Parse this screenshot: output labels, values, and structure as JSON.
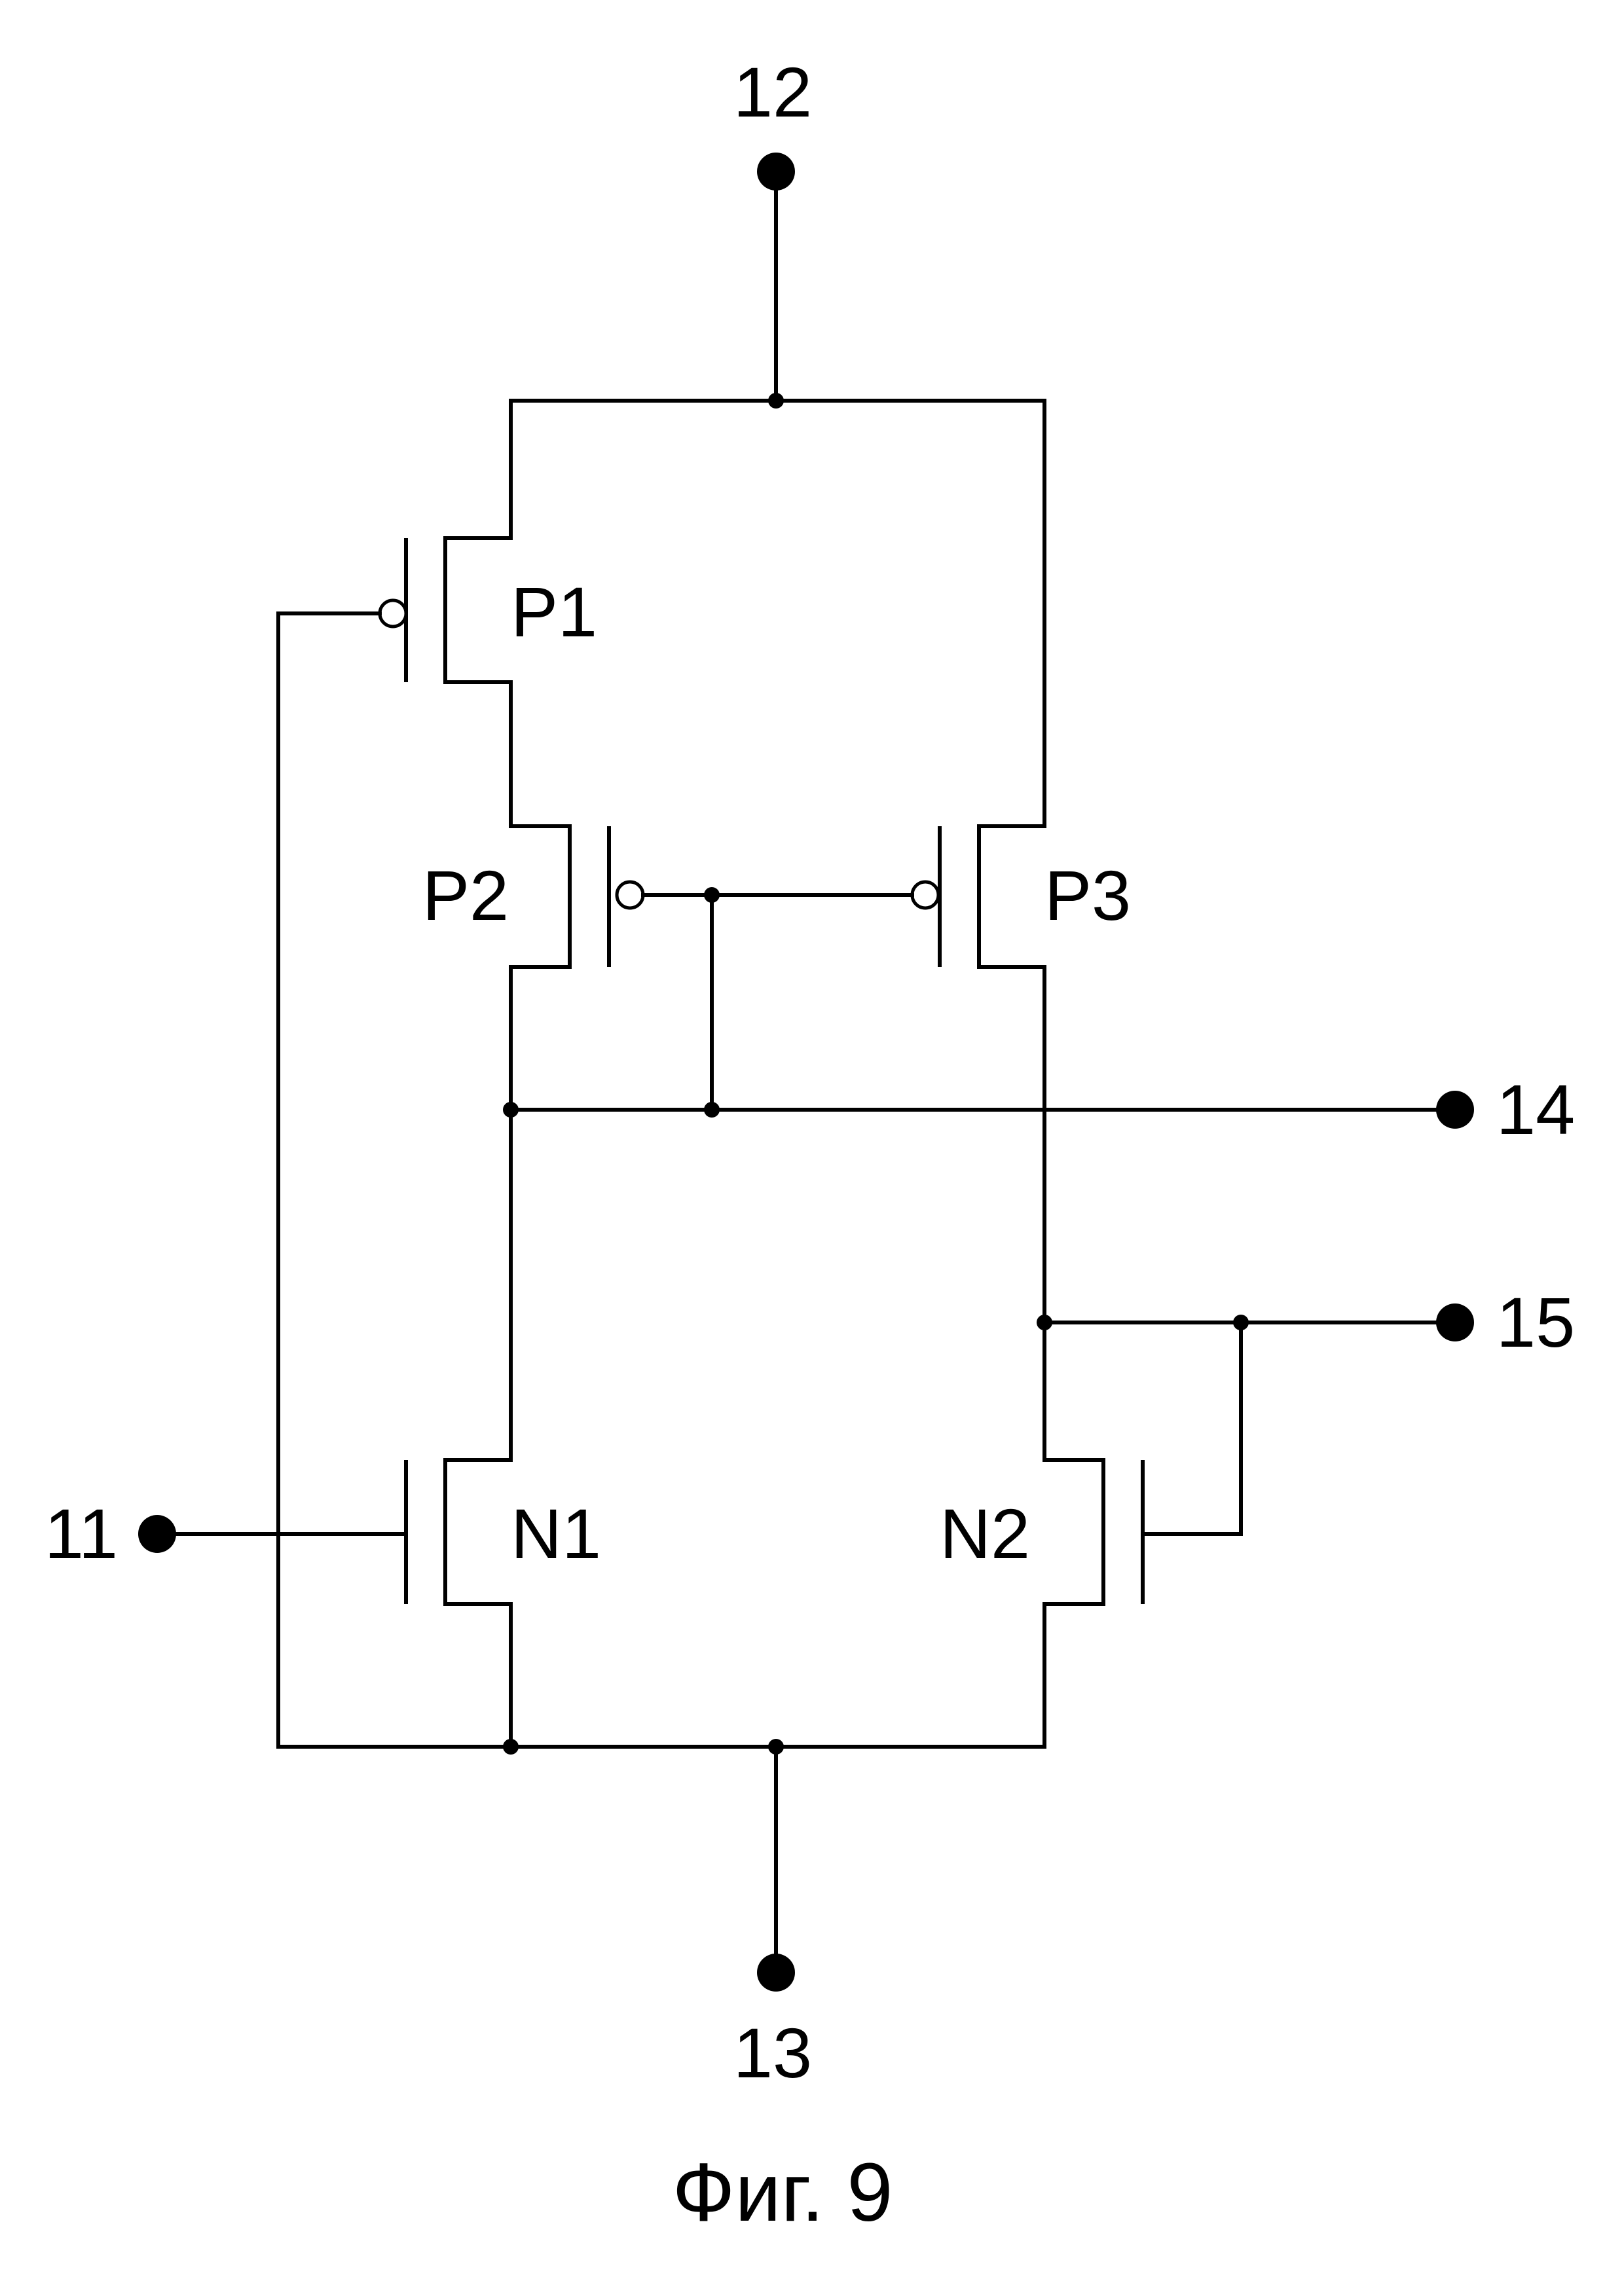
{
  "terminals": {
    "t11": "11",
    "t12": "12",
    "t13": "13",
    "t14": "14",
    "t15": "15"
  },
  "devices": {
    "p1": "P1",
    "p2": "P2",
    "p3": "P3",
    "n1": "N1",
    "n2": "N2"
  },
  "caption": "Фиг. 9"
}
